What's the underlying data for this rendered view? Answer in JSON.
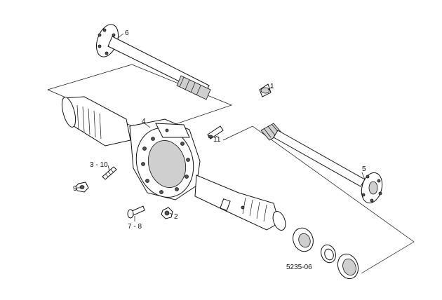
{
  "diagram": {
    "drawing_code": "5235-06",
    "callouts": [
      {
        "id": "c1",
        "label": "1"
      },
      {
        "id": "c2",
        "label": "2"
      },
      {
        "id": "c3",
        "label": "3 - 10"
      },
      {
        "id": "c4",
        "label": "4"
      },
      {
        "id": "c5",
        "label": "5"
      },
      {
        "id": "c6",
        "label": "6"
      },
      {
        "id": "c7",
        "label": "7 - 8"
      },
      {
        "id": "c9",
        "label": "9"
      },
      {
        "id": "c11",
        "label": "11"
      }
    ]
  }
}
